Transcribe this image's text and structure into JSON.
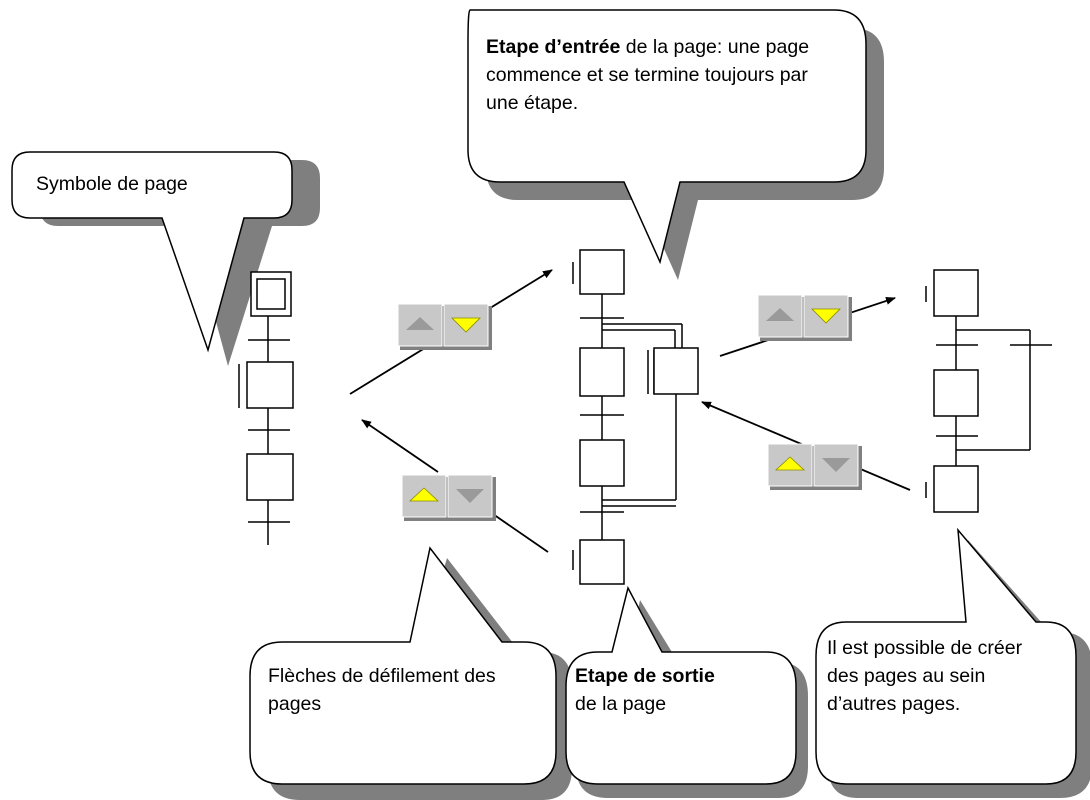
{
  "callouts": {
    "entry": {
      "bold": "Etape d’entrée",
      "rest": " de la page: une page commence et se termine toujours par une étape."
    },
    "symbol": {
      "text": "Symbole de page"
    },
    "arrows": {
      "text": "Flèches de défilement des pages"
    },
    "exit": {
      "bold": "Etape de sortie",
      "rest": " de la page"
    },
    "nested": {
      "text": "Il est possible de créer des pages au sein d’autres pages."
    }
  },
  "icons": {
    "scroll_up": "scroll-up-arrow-icon",
    "scroll_down": "scroll-down-arrow-icon"
  },
  "colors": {
    "line": "#000000",
    "callout_shadow": "#7f7f7f",
    "button_face": "#c8c8c8",
    "arrow_active": "#ffff00",
    "arrow_inactive": "#9a9a9a"
  }
}
